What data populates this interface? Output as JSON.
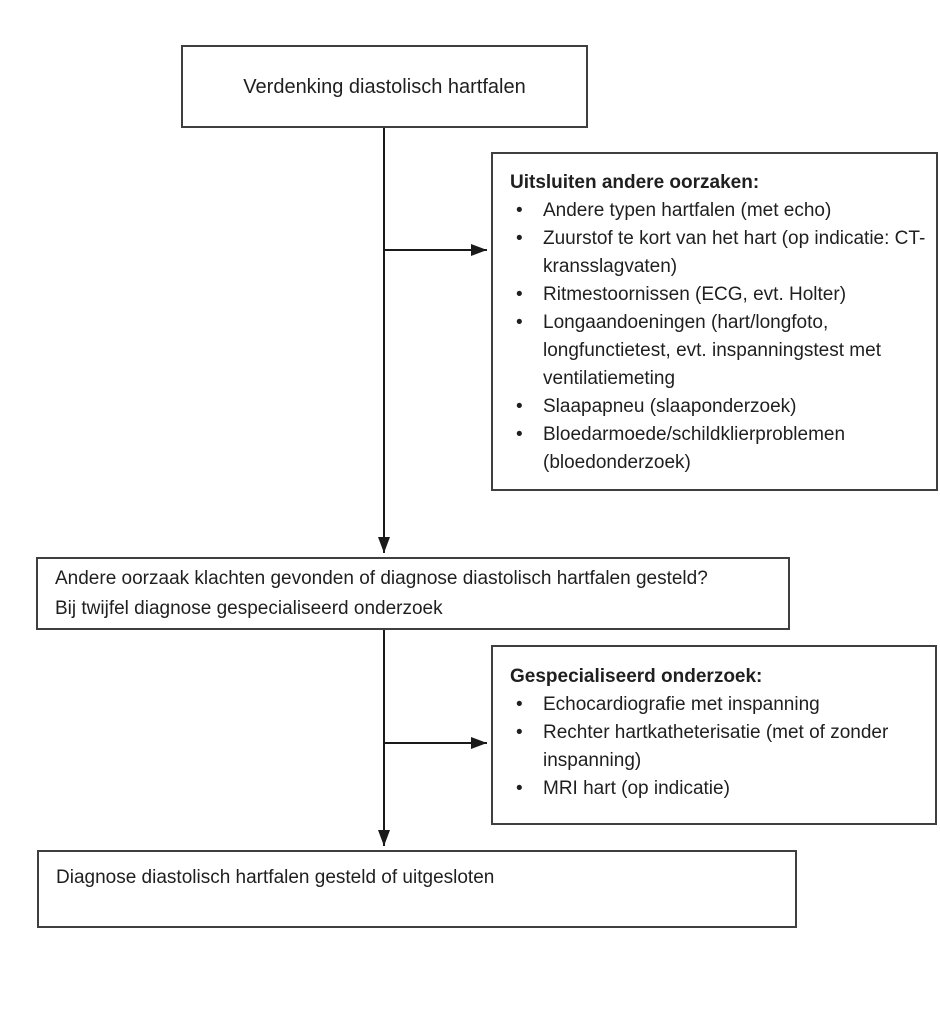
{
  "flowchart": {
    "top_box": {
      "text": "Verdenking diastolisch hartfalen"
    },
    "exclude_box": {
      "title": "Uitsluiten andere oorzaken:",
      "bullets": [
        "Andere typen hartfalen (met echo)",
        "Zuurstof te kort van het hart (op indicatie: CT-kransslagvaten)",
        "Ritmestoornissen (ECG, evt. Holter)",
        "Longaandoeningen (hart/longfoto, longfunctietest, evt. inspanningstest met ventilatiemeting",
        "Slaapapneu (slaaponderzoek)",
        "Bloedarmoede/schildklierproblemen (bloedonderzoek)"
      ]
    },
    "decision_box": {
      "line1": "Andere oorzaak klachten gevonden of diagnose diastolisch hartfalen gesteld?",
      "line2": "Bij twijfel diagnose gespecialiseerd onderzoek"
    },
    "specialized_box": {
      "title": "Gespecialiseerd onderzoek:",
      "bullets": [
        "Echocardiografie met inspanning",
        "Rechter hartkatheterisatie (met of zonder inspanning)",
        "MRI hart (op indicatie)"
      ]
    },
    "final_box": {
      "text": "Diagnose diastolisch hartfalen gesteld of uitgesloten"
    },
    "colors": {
      "border": "#3f3f3f",
      "arrow": "#1a1a1a",
      "text": "#1f1f1f",
      "background": "#ffffff"
    }
  }
}
